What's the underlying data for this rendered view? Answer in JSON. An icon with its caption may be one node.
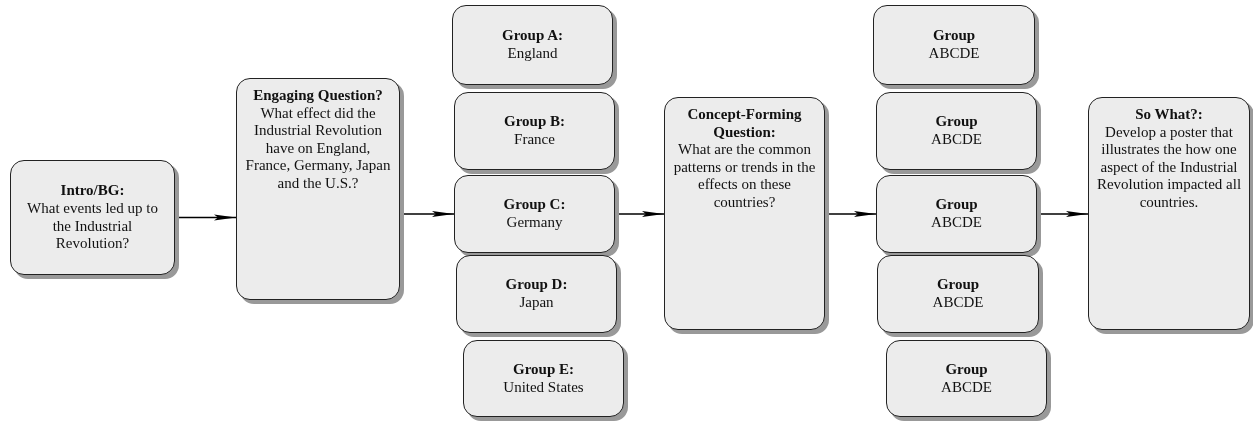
{
  "diagram": {
    "nodes": [
      {
        "text": [
          "**Intro/BG**:",
          "What events led up to the Industrial Revolution?"
        ]
      },
      {
        "text": [
          "Engaging Question?",
          "What effect did the Industrial Revolution have on England, France, Germany, Japan and the U.S.?"
        ]
      },
      {
        "text": [
          "Group A:",
          "England"
        ]
      },
      {
        "text": [
          "Group B:",
          "France"
        ]
      },
      {
        "text": [
          "Group C:",
          "Germany"
        ]
      },
      {
        "text": [
          "Group D:",
          "Japan"
        ]
      },
      {
        "text": [
          "Group E:",
          "United States"
        ]
      },
      {
        "text": [
          "Concept-Forming Question:",
          "What are the common patterns or trends in the effects on these countries?"
        ]
      },
      {
        "text": [
          "Group",
          "ABCDE"
        ]
      },
      {
        "text": [
          "Group",
          "ABCDE"
        ]
      },
      {
        "text": [
          "Group",
          "ABCDE"
        ]
      },
      {
        "text": [
          "Group",
          "ABCDE"
        ]
      },
      {
        "text": [
          "Group",
          "ABCDE"
        ]
      },
      {
        "text": [
          "So What?:",
          "Develop a poster that illustrates the how one aspect of the Industrial Revolution impacted all countries."
        ]
      }
    ],
    "edges": [
      {
        "from": 0,
        "to": 1,
        "arrow": "to"
      },
      {
        "from": 1,
        "to": 4,
        "arrow": "to"
      },
      {
        "from": 4,
        "to": 7,
        "arrow": "to"
      },
      {
        "from": 7,
        "to": 10,
        "arrow": "to"
      },
      {
        "from": 10,
        "to": 13,
        "arrow": "to"
      }
    ]
  }
}
